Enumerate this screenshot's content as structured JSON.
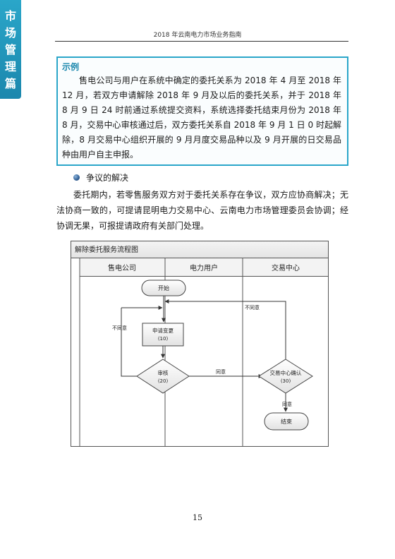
{
  "side_tab": {
    "chars": [
      "市",
      "场",
      "管",
      "理",
      "篇"
    ]
  },
  "header": {
    "title": "2018 年云南电力市场业务指南"
  },
  "example": {
    "title": "示例",
    "text": "售电公司与用户在系统中确定的委托关系为 2018 年 4 月至 2018 年 12 月，若双方申请解除 2018 年 9 月及以后的委托关系，并于 2018 年 8 月 9 日 24 时前通过系统提交资料，系统选择委托结束月份为 2018 年 8 月，交易中心审核通过后，双方委托关系自 2018 年 9 月 1 日 0 时起解除，8 月交易中心组织开展的 9 月月度交易品种以及 9 月开展的日交易品种由用户自主申报。"
  },
  "section": {
    "title": "争议的解决",
    "text": "委托期内，若零售服务双方对于委托关系存在争议，双方应协商解决；无法协商一致的，可提请昆明电力交易中心、云南电力市场管理委员会协调；经协调无果，可报提请政府有关部门处理。"
  },
  "flowchart": {
    "title": "解除委托服务流程图",
    "lanes": [
      "售电公司",
      "电力用户",
      "交易中心"
    ],
    "start_label": "开始",
    "apply_label": "申请变更",
    "apply_code": "(10)",
    "review_label": "审核",
    "review_code": "(20)",
    "confirm_label": "交易中心确认",
    "confirm_code": "(30)",
    "end_label": "结束",
    "edge_reject_left": "不同意",
    "edge_reject_top": "不同意",
    "edge_agree_mid": "同意",
    "edge_agree_down": "同意"
  },
  "footer": {
    "page_number": "15"
  }
}
